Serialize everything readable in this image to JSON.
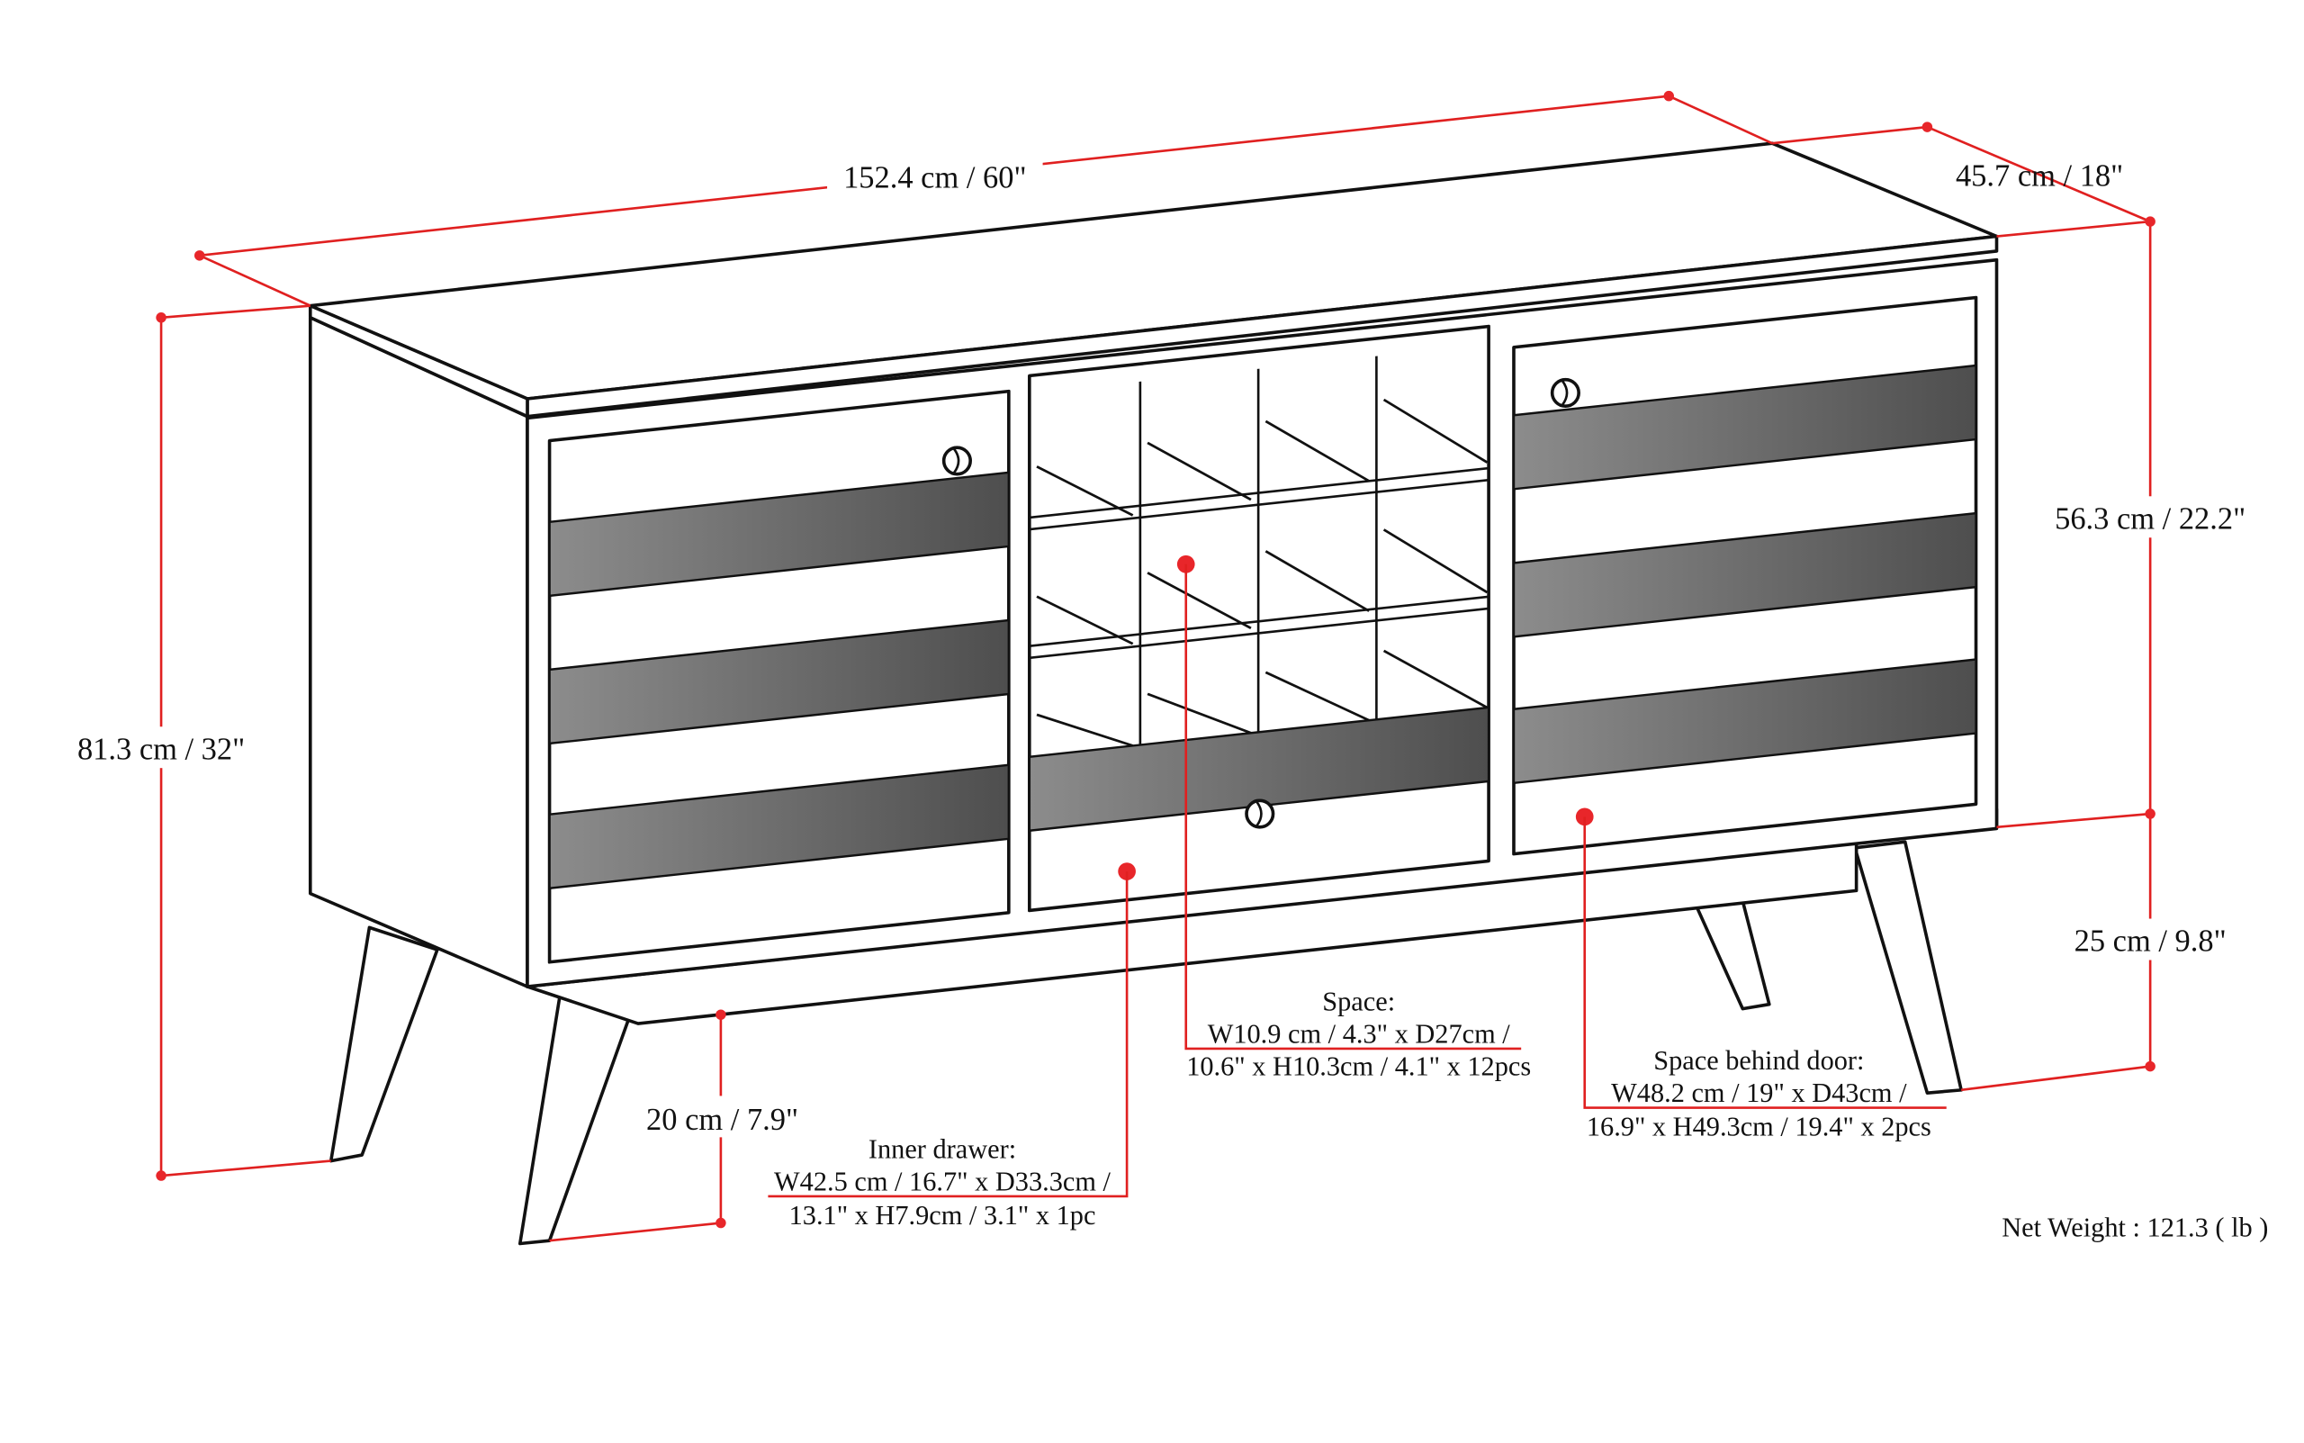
{
  "title": "Sideboard dimension diagram",
  "colors": {
    "accent": "#e8262a",
    "line": "#111111",
    "panel_dark": "#5a5a5a"
  },
  "dimensions": {
    "width": "152.4 cm / 60\"",
    "depth": "45.7 cm / 18\"",
    "total_height": "81.3 cm / 32\"",
    "body_height": "56.3 cm / 22.2\"",
    "leg_height": "25 cm / 9.8\"",
    "clearance": "20 cm / 7.9\""
  },
  "callouts": {
    "space": {
      "title": "Space:",
      "line1": "W10.9 cm / 4.3\" x D27cm /",
      "line2": "10.6\" x H10.3cm / 4.1\" x 12pcs"
    },
    "inner_drawer": {
      "title": "Inner drawer:",
      "line1": "W42.5 cm / 16.7\" x D33.3cm /",
      "line2": "13.1\" x H7.9cm / 3.1\" x 1pc"
    },
    "behind_door": {
      "title": "Space behind door:",
      "line1": "W48.2 cm / 19\" x D43cm /",
      "line2": "16.9\" x H49.3cm / 19.4\" x 2pcs"
    }
  },
  "net_weight": "Net Weight : 121.3 ( lb )"
}
